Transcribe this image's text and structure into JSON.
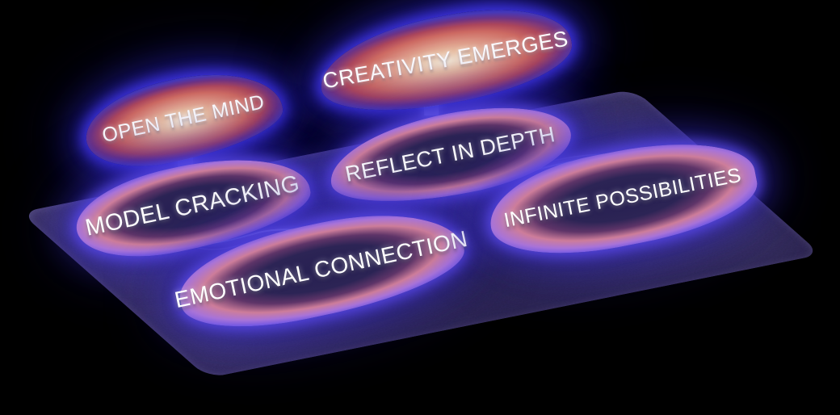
{
  "scene": {
    "background_color": "#000000",
    "board_color": "#443a75",
    "glow_blue": "#4538c8",
    "ring_pink": "#cd7d9a",
    "ring_red": "#c05a5e",
    "warm_center": "#f4e6d2",
    "cool_center": "#272052",
    "text_color": "#ffffff"
  },
  "nodes": [
    {
      "id": "open-the-mind",
      "label": "OPEN THE MIND",
      "style": "warm-floating"
    },
    {
      "id": "creativity-emerges",
      "label": "CREATIVITY EMERGES",
      "style": "warm-floating"
    },
    {
      "id": "model-cracking",
      "label": "MODEL CRACKING",
      "style": "cool-on-board"
    },
    {
      "id": "reflect-in-depth",
      "label": "REFLECT IN DEPTH",
      "style": "cool-on-board"
    },
    {
      "id": "emotional-connection",
      "label": "EMOTIONAL CONNECTION",
      "style": "cool-on-board"
    },
    {
      "id": "infinite-possibilities",
      "label": "INFINITE POSSIBILITIES",
      "style": "cool-on-board"
    }
  ],
  "connectors": {
    "pegs": [
      {
        "from": "open-the-mind",
        "to": "model-cracking"
      },
      {
        "from": "creativity-emerges",
        "to": "reflect-in-depth"
      }
    ],
    "curves": [
      {
        "from": "model-cracking",
        "to": "emotional-connection"
      },
      {
        "from": "reflect-in-depth",
        "to": "infinite-possibilities"
      }
    ]
  }
}
